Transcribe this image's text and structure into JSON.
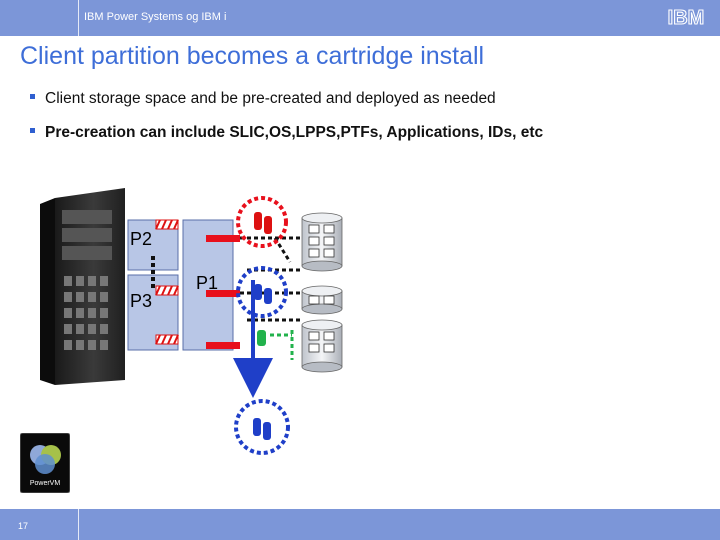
{
  "header": {
    "title": "IBM  Power Systems og IBM i",
    "logo_text": "IBM"
  },
  "slide": {
    "title": "Client partition becomes a cartridge install",
    "bullets": [
      "Client storage space and be pre-created and deployed as needed",
      "Pre-creation can include SLIC,OS,LPPS,PTFs, Applications, IDs, etc"
    ]
  },
  "diagram": {
    "p2": "P2",
    "p3": "P3",
    "p1": "P1"
  },
  "badge": {
    "text": "PowerVM"
  },
  "footer": {
    "page_number": "17"
  },
  "colors": {
    "bar": "#7c96d8",
    "title": "#3e6ed8",
    "connector": "#e8101c",
    "arrow_blue": "#1f3fc8",
    "green": "#22b24c"
  }
}
